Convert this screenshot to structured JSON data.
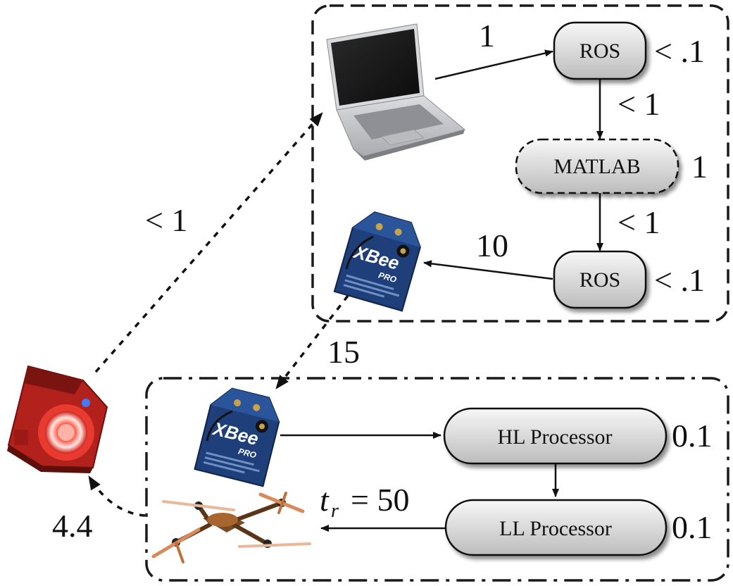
{
  "nodes": {
    "ros_top": "ROS",
    "matlab": "MATLAB",
    "ros_bottom": "ROS",
    "hl_processor": "HL Processor",
    "ll_processor": "LL Processor"
  },
  "latencies": {
    "laptop_to_ros": "1",
    "ros_top": "< .1",
    "ros_to_matlab": "< 1",
    "matlab": "1",
    "matlab_to_ros": "< 1",
    "ros_to_xbee": "10",
    "ros_bottom": "< .1",
    "camera_to_laptop": "< 1",
    "xbee_link": "15",
    "hl_processor": "0.1",
    "ll_processor": "0.1",
    "drone_to_camera": "4.4",
    "tr_symbol": "t",
    "tr_subscript": "r",
    "tr_value": "= 50"
  },
  "xbee": {
    "brand": "XBee",
    "model": "PRO"
  },
  "colors": {
    "node_fill_light": "#f2f2f2",
    "node_fill_dark": "#bdbdbd",
    "xbee_blue": "#1e3f7a",
    "camera_red": "#c0201c",
    "laptop_silver": "#c9cbce"
  },
  "icons": [
    "laptop-icon",
    "xbee-module-icon",
    "camera-device-icon",
    "quadrotor-drone-icon"
  ]
}
